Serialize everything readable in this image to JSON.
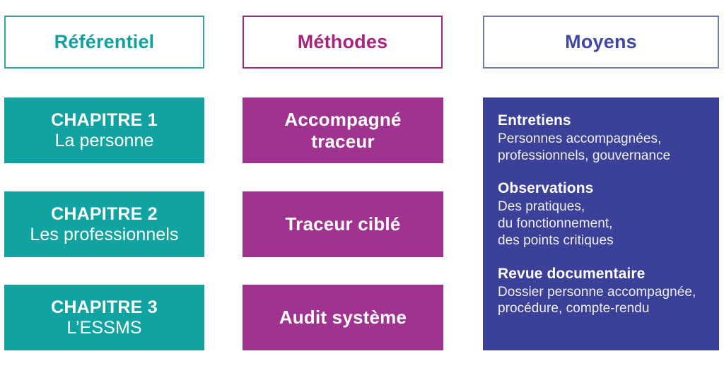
{
  "columns": [
    {
      "key": "referentiel",
      "header": "Référentiel",
      "accent": "#11A0A0",
      "border": "#2BA6A4"
    },
    {
      "key": "methodes",
      "header": "Méthodes",
      "accent": "#A8247F",
      "border": "#A8247F"
    },
    {
      "key": "moyens",
      "header": "Moyens",
      "accent": "#3F48A8",
      "border": "#7179BE"
    }
  ],
  "referentiel": {
    "fill": "#11A3A2",
    "items": [
      {
        "title": "CHAPITRE  1",
        "subtitle": "La personne"
      },
      {
        "title": "CHAPITRE 2",
        "subtitle": "Les professionnels"
      },
      {
        "title": "CHAPITRE 3",
        "subtitle": "L’ESSMS"
      }
    ]
  },
  "methodes": {
    "fill": "#A0338F",
    "items": [
      {
        "line1": "Accompagné",
        "line2": "traceur"
      },
      {
        "line1": "Traceur ciblé",
        "line2": ""
      },
      {
        "line1": "Audit système",
        "line2": ""
      }
    ]
  },
  "moyens": {
    "fill": "#3B4198",
    "groups": [
      {
        "title": "Entretiens",
        "lines": [
          "Personnes accompagnées,",
          "professionnels, gouvernance"
        ]
      },
      {
        "title": "Observations",
        "lines": [
          "Des pratiques,",
          "du fonctionnement,",
          "des points critiques"
        ]
      },
      {
        "title": "Revue documentaire",
        "lines": [
          "Dossier personne accompagnée,",
          "procédure, compte-rendu"
        ]
      }
    ]
  }
}
